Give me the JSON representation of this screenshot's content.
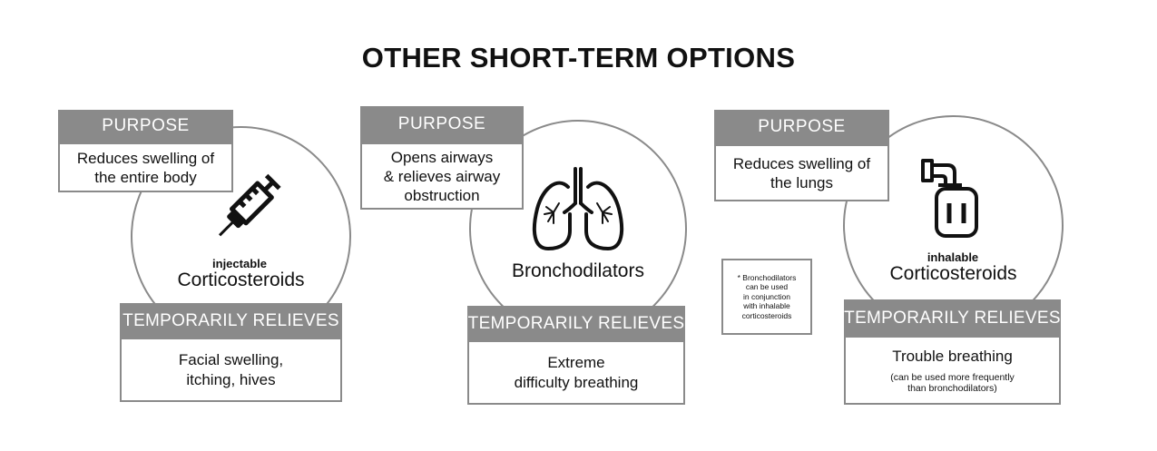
{
  "title": "OTHER SHORT-TERM OPTIONS",
  "colors": {
    "tab_gray": "#8a8a8a",
    "text": "#111111"
  },
  "options": [
    {
      "icon": "syringe-icon",
      "purpose_label": "PURPOSE",
      "purpose_text": "Reduces swelling of\nthe entire body",
      "qualifier": "injectable",
      "name": "Corticosteroids",
      "relieves_label": "TEMPORARILY RELIEVES",
      "relieves_text": "Facial swelling,\nitching, hives"
    },
    {
      "icon": "lungs-icon",
      "purpose_label": "PURPOSE",
      "purpose_text": "Opens airways\n& relieves airway\nobstruction",
      "name": "Bronchodilators",
      "relieves_label": "TEMPORARILY RELIEVES",
      "relieves_text": "Extreme\ndifficulty breathing"
    },
    {
      "icon": "inhaler-icon",
      "purpose_label": "PURPOSE",
      "purpose_text": "Reduces swelling of\nthe lungs",
      "qualifier": "inhalable",
      "name": "Corticosteroids",
      "relieves_label": "TEMPORARILY RELIEVES",
      "relieves_text": "Trouble breathing",
      "relieves_note": "(can be used more frequently\nthan bronchodilators)"
    }
  ],
  "footnote": "* Bronchodilators\ncan be used\nin conjunction\nwith inhalable\ncorticosteroids"
}
